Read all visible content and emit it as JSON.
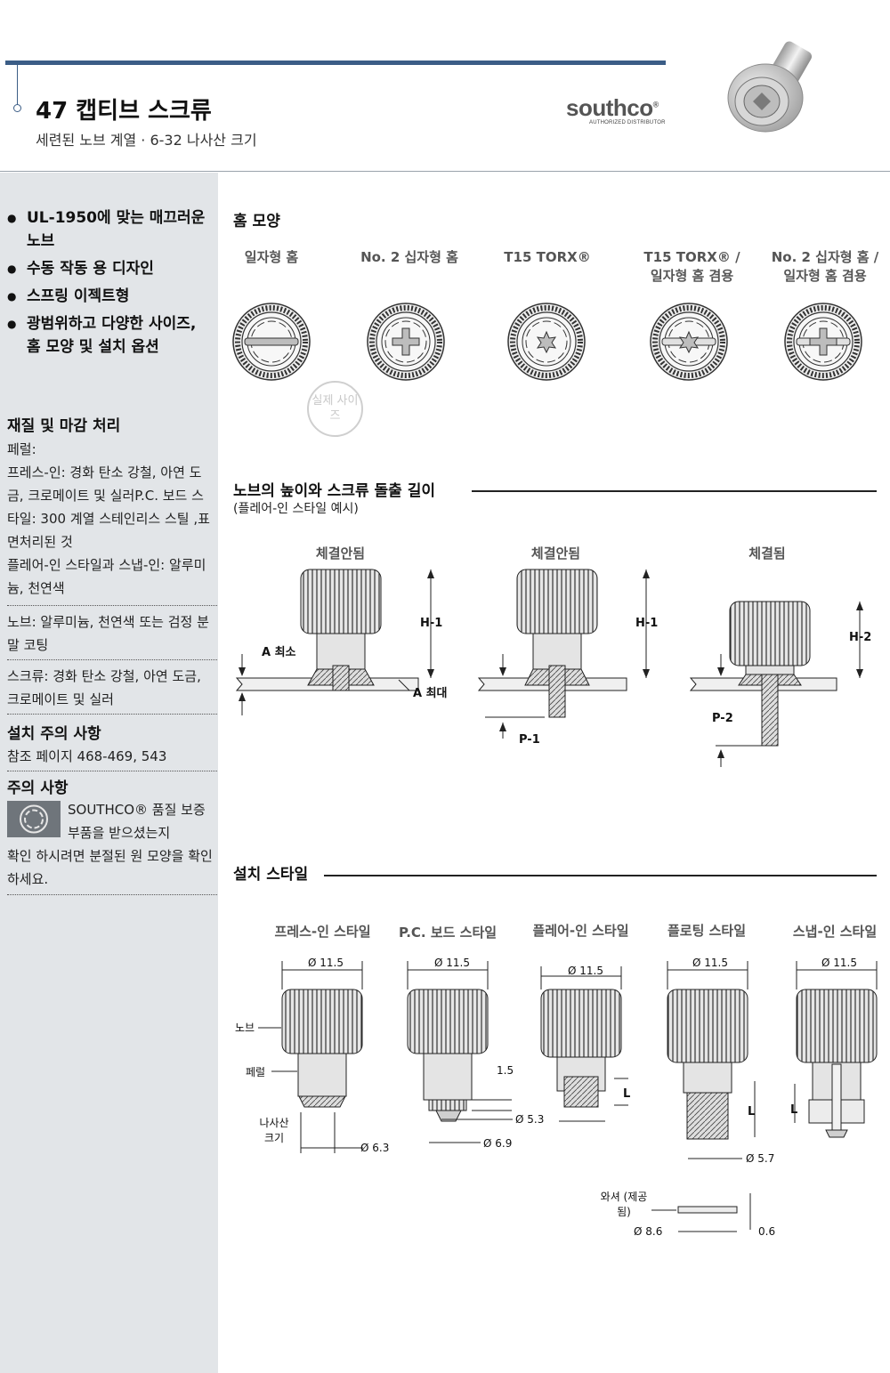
{
  "header": {
    "title": "47 캡티브 스크류",
    "subtitle": "세련된 노브 계열 · 6-32 나사산 크기",
    "logo_word": "southco",
    "logo_sub": "AUTHORIZED DISTRIBUTOR"
  },
  "sidebar": {
    "bullets": [
      "UL-1950에 맞는 매끄러운 노브",
      "수동 작동 용 디자인",
      "스프링 이젝트형",
      "광범위하고 다양한 사이즈, 홈 모양 및 설치 옵션"
    ],
    "materials_heading": "재질 및 마감 처리",
    "ferrule_label": "페럴:",
    "ferrule_press": "프레스-인: 경화 탄소 강철, 아연 도금, 크로메이트 및 실러P.C. 보드 스타일: 300 계열 스테인리스 스틸 ,표면처리된 것",
    "ferrule_flare": "플레어-인 스타일과 스냅-인: 알루미늄, 천연색",
    "knob": "노브: 알루미늄, 천연색 또는 검정 분말 코팅",
    "screw": "스크류: 경화 탄소 강철, 아연 도금, 크로메이트 및 실러",
    "install_heading": "설치 주의 사항",
    "install_ref": "참조 페이지 468-469, 543",
    "note_heading": "주의 사항",
    "note_1": "SOUTHCO® 품질 보증 부품을 받으셨는지",
    "note_2": "확인 하시려면 분절된 원 모양을 확인하세요."
  },
  "recess": {
    "heading": "홈 모양",
    "items": [
      "일자형 홈",
      "No. 2 십자형 홈",
      "T15 TORX®",
      "T15 TORX® / 일자형 홈 겸용",
      "No. 2 십자형 홈 / 일자형 홈 겸용"
    ],
    "stamp": "실제 사이즈"
  },
  "knob_height": {
    "heading": "노브의 높이와 스크류 돌출 길이",
    "note": "(플레어-인 스타일 예시)",
    "states": [
      "체결안됨",
      "체결안됨",
      "체결됨"
    ],
    "labels": {
      "h1": "H-1",
      "h2": "H-2",
      "a_min": "A 최소",
      "a_max": "A 최대",
      "p1": "P-1",
      "p2": "P-2"
    }
  },
  "install": {
    "heading": "설치 스타일",
    "styles": [
      "프레스-인 스타일",
      "P.C. 보드 스타일",
      "플레어-인 스타일",
      "플로팅 스타일",
      "스냅-인 스타일"
    ],
    "dims": {
      "d115": "Ø 11.5",
      "d63": "Ø 6.3",
      "d69": "Ø 6.9",
      "d53": "Ø 5.3",
      "d57": "Ø 5.7",
      "d86": "Ø 8.6",
      "t15": "1.5",
      "t06": "0.6",
      "L": "L"
    },
    "parts": {
      "knob": "노브",
      "ferrule": "페럴",
      "thread": "나사산 크기",
      "washer": "와셔 (제공 됨)"
    }
  },
  "colors": {
    "accent": "#3b5d86",
    "sidebar_bg": "#e2e5e8"
  }
}
